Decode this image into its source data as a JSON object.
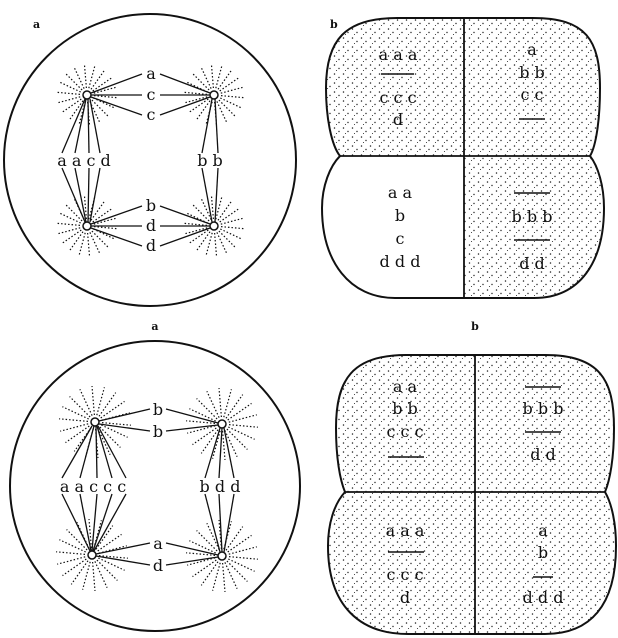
{
  "panels": [
    {
      "id": "top-a",
      "letter": "a",
      "centrosome_labels": [
        {
          "text": "a"
        },
        {
          "text": "c"
        },
        {
          "text": "c"
        },
        {
          "text": "a a c d"
        },
        {
          "text": "b b"
        },
        {
          "text": "b"
        },
        {
          "text": "d"
        },
        {
          "text": "d"
        }
      ]
    },
    {
      "id": "top-b",
      "letter": "b",
      "quadrants": [
        {
          "lines": [
            "a a a",
            "",
            "c c c",
            "d"
          ],
          "stippled": true
        },
        {
          "lines": [
            "a",
            "b b",
            "c c",
            ""
          ],
          "stippled": true
        },
        {
          "lines": [
            "a a",
            "b",
            "c",
            "d d d"
          ],
          "stippled": false
        },
        {
          "lines": [
            "",
            "b b b",
            "",
            "d d"
          ],
          "stippled": true
        }
      ]
    },
    {
      "id": "bottom-a",
      "letter": "a",
      "centrosome_labels": [
        {
          "text": "b"
        },
        {
          "text": "b"
        },
        {
          "text": "a a c c c"
        },
        {
          "text": "b d d"
        },
        {
          "text": "a"
        },
        {
          "text": "d"
        }
      ]
    },
    {
      "id": "bottom-b",
      "letter": "b",
      "quadrants": [
        {
          "lines": [
            "a a",
            "b b",
            "c c c",
            ""
          ],
          "stippled": true
        },
        {
          "lines": [
            "",
            "b b b",
            "",
            "d d"
          ],
          "stippled": true
        },
        {
          "lines": [
            "a a a",
            "",
            "c c c",
            "d"
          ],
          "stippled": true
        },
        {
          "lines": [
            "a",
            "b",
            "",
            "d d d"
          ],
          "stippled": true
        }
      ]
    }
  ]
}
